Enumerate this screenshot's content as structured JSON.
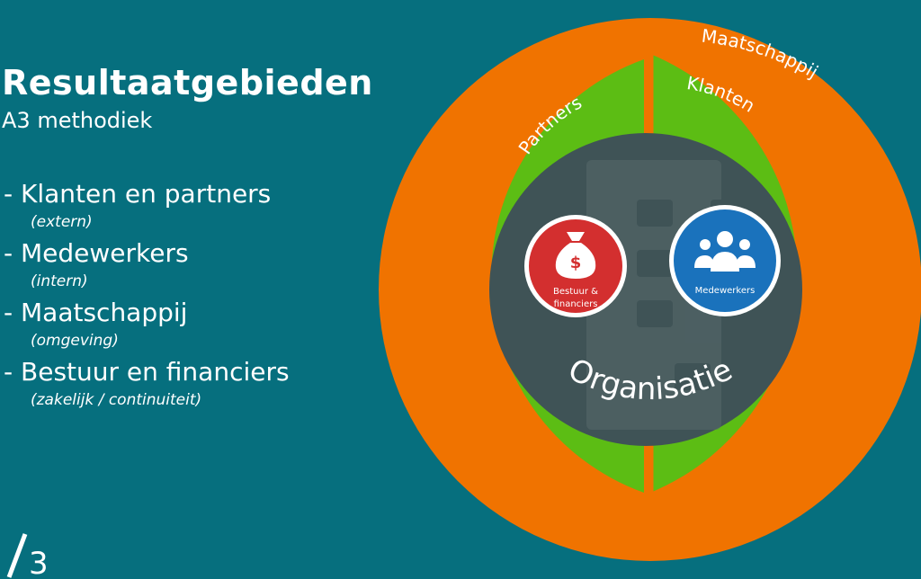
{
  "header": {
    "title": "Resultaatgebieden",
    "subtitle": "A3 methodiek"
  },
  "items": [
    {
      "label": "- Klanten en partners",
      "note": "(extern)"
    },
    {
      "label": "- Medewerkers",
      "note": "(intern)"
    },
    {
      "label": "- Maatschappij",
      "note": "(omgeving)"
    },
    {
      "label": "- Bestuur en financiers",
      "note": "(zakelijk /  continuiteit)"
    }
  ],
  "diagram": {
    "outer_ring_label": "Maatschappij",
    "middle_ring_left_label": "Partners",
    "middle_ring_right_label": "Klanten",
    "core_label": "Organisatie",
    "badge_left_label_line1": "Bestuur &",
    "badge_left_label_line2": "financiers",
    "badge_right_label": "Medewerkers",
    "badge_left_icon": "money-bag-icon",
    "badge_right_icon": "people-group-icon"
  },
  "logo": {
    "text": "3"
  },
  "colors": {
    "background": "#066f7e",
    "outer_ring": "#f07300",
    "middle_ring": "#5cbd14",
    "core": "#3f5356",
    "badge_left": "#d32f2f",
    "badge_right": "#1a72bc"
  }
}
